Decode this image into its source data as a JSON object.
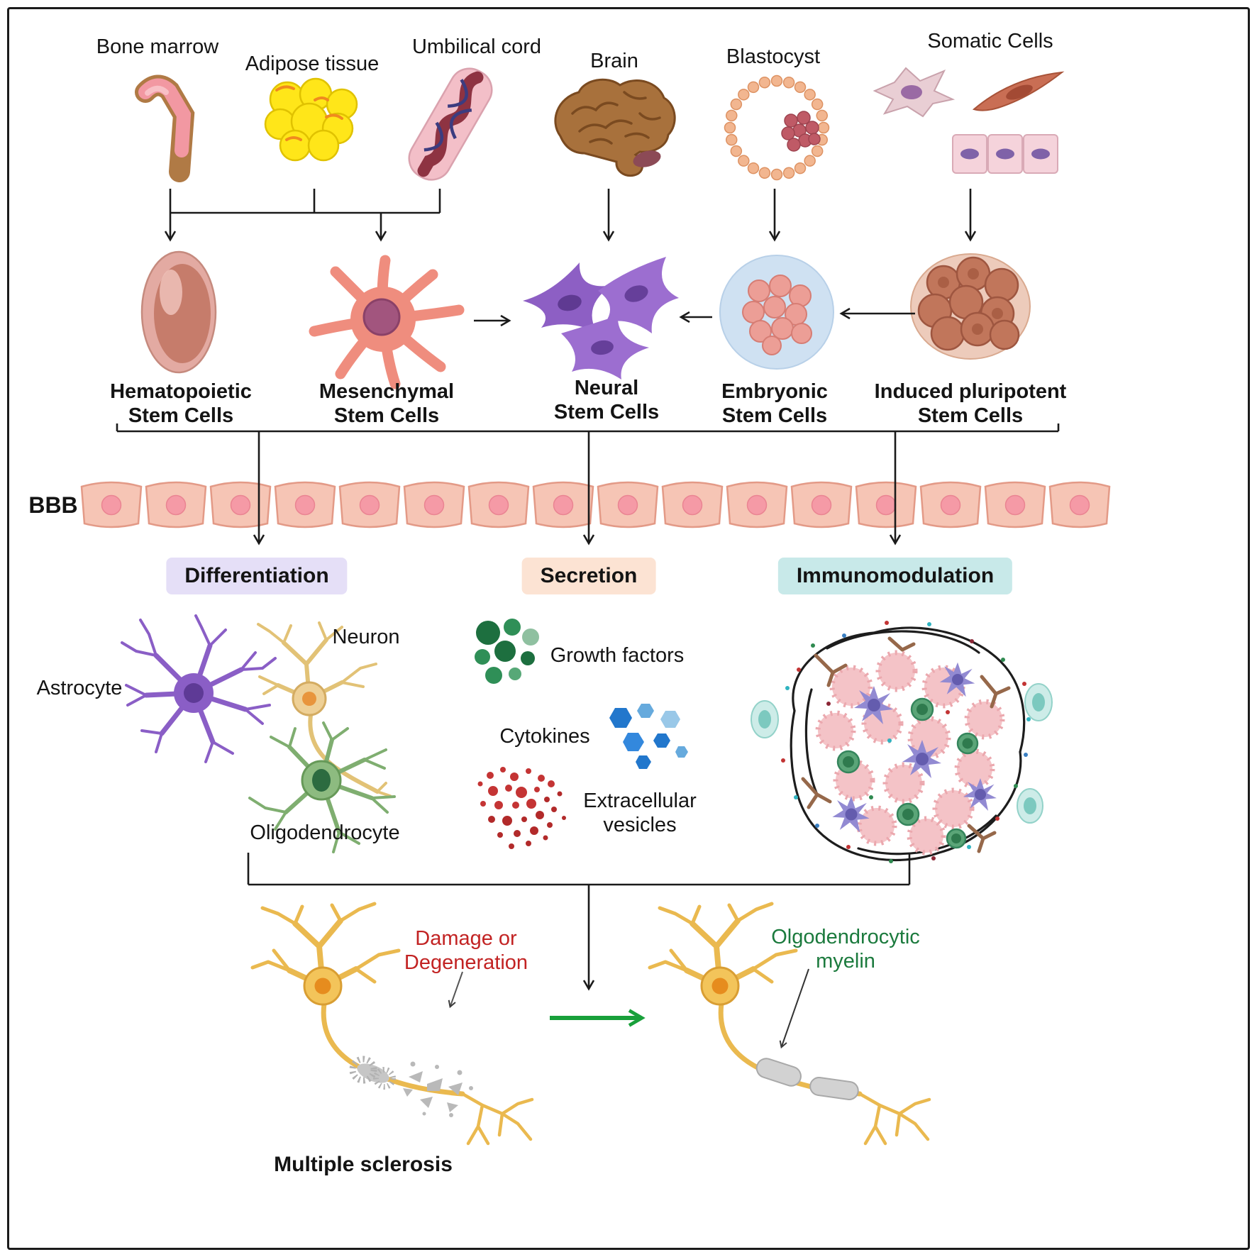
{
  "sources": {
    "bone_marrow": "Bone marrow",
    "adipose": "Adipose tissue",
    "umbilical": "Umbilical cord",
    "brain": "Brain",
    "blastocyst": "Blastocyst",
    "somatic": "Somatic Cells"
  },
  "stem_cells": {
    "hsc": {
      "line1": "Hematopoietic",
      "line2": "Stem Cells"
    },
    "msc": {
      "line1": "Mesenchymal",
      "line2": "Stem Cells"
    },
    "nsc": {
      "line1": "Neural",
      "line2": "Stem Cells"
    },
    "esc": {
      "line1": "Embryonic",
      "line2": "Stem Cells"
    },
    "ipsc": {
      "line1": "Induced pluripotent",
      "line2": "Stem Cells"
    }
  },
  "bbb": {
    "label": "BBB"
  },
  "mechanisms": {
    "differentiation": "Differentiation",
    "secretion": "Secretion",
    "immunomodulation": "Immunomodulation"
  },
  "differentiation": {
    "astrocyte": "Astrocyte",
    "neuron": "Neuron",
    "oligodendrocyte": "Oligodendrocyte"
  },
  "secretion": {
    "growth_factors": "Growth factors",
    "cytokines": "Cytokines",
    "vesicles_line1": "Extracellular",
    "vesicles_line2": "vesicles"
  },
  "outcome": {
    "damage_line1": "Damage or",
    "damage_line2": "Degeneration",
    "ms": "Multiple sclerosis",
    "myelin_line1": "Olgodendrocytic",
    "myelin_line2": "myelin"
  },
  "colors": {
    "differentiation_chip_bg": "#e5dff7",
    "secretion_chip_bg": "#fce3d3",
    "immunomodulation_chip_bg": "#c8e9e9",
    "damage_text": "#c22323",
    "myelin_text": "#1b7a3d",
    "recovery_arrow": "#18a03a",
    "bbb_cell": "#f6c5b5"
  }
}
